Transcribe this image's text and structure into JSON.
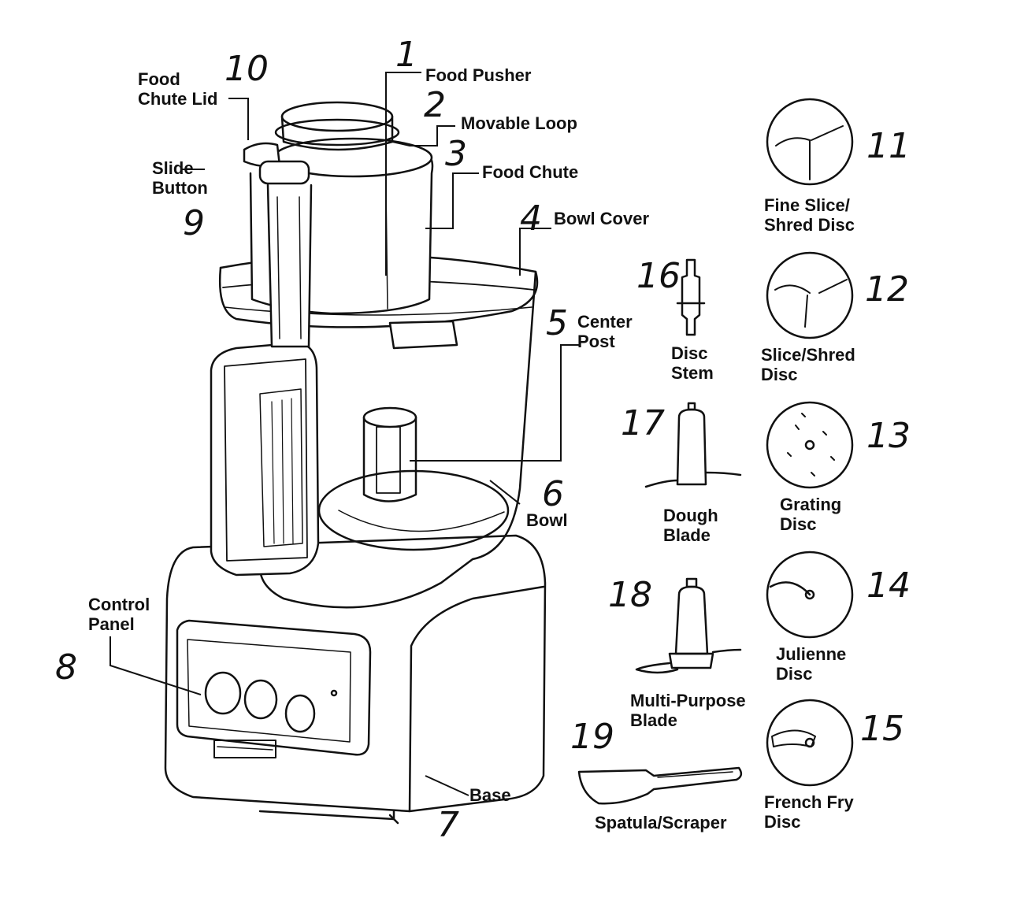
{
  "colors": {
    "ink": "#111111",
    "paper": "#ffffff"
  },
  "parts": [
    {
      "id": "food-pusher",
      "number": "1",
      "label": [
        "Food Pusher"
      ]
    },
    {
      "id": "movable-loop",
      "number": "2",
      "label": [
        "Movable Loop"
      ]
    },
    {
      "id": "food-chute",
      "number": "3",
      "label": [
        "Food Chute"
      ]
    },
    {
      "id": "bowl-cover",
      "number": "4",
      "label": [
        "Bowl Cover"
      ]
    },
    {
      "id": "center-post",
      "number": "5",
      "label": [
        "Center",
        "Post"
      ]
    },
    {
      "id": "bowl",
      "number": "6",
      "label": [
        "Bowl"
      ]
    },
    {
      "id": "base",
      "number": "7",
      "label": [
        "Base"
      ]
    },
    {
      "id": "control-panel",
      "number": "8",
      "label": [
        "Control",
        "Panel"
      ]
    },
    {
      "id": "slide-button",
      "number": "9",
      "label": [
        "Slide",
        "Button"
      ]
    },
    {
      "id": "food-chute-lid",
      "number": "10",
      "label": [
        "Food",
        "Chute Lid"
      ]
    },
    {
      "id": "fine-slice-shred-disc",
      "number": "11",
      "label": [
        "Fine Slice/",
        "Shred Disc"
      ]
    },
    {
      "id": "slice-shred-disc",
      "number": "12",
      "label": [
        "Slice/Shred",
        "Disc"
      ]
    },
    {
      "id": "grating-disc",
      "number": "13",
      "label": [
        "Grating",
        "Disc"
      ]
    },
    {
      "id": "julienne-disc",
      "number": "14",
      "label": [
        "Julienne",
        "Disc"
      ]
    },
    {
      "id": "french-fry-disc",
      "number": "15",
      "label": [
        "French Fry",
        "Disc"
      ]
    },
    {
      "id": "disc-stem",
      "number": "16",
      "label": [
        "Disc",
        "Stem"
      ]
    },
    {
      "id": "dough-blade",
      "number": "17",
      "label": [
        "Dough",
        "Blade"
      ]
    },
    {
      "id": "multi-purpose-blade",
      "number": "18",
      "label": [
        "Multi-Purpose",
        "Blade"
      ]
    },
    {
      "id": "spatula-scraper",
      "number": "19",
      "label": [
        "Spatula/Scraper"
      ]
    }
  ]
}
